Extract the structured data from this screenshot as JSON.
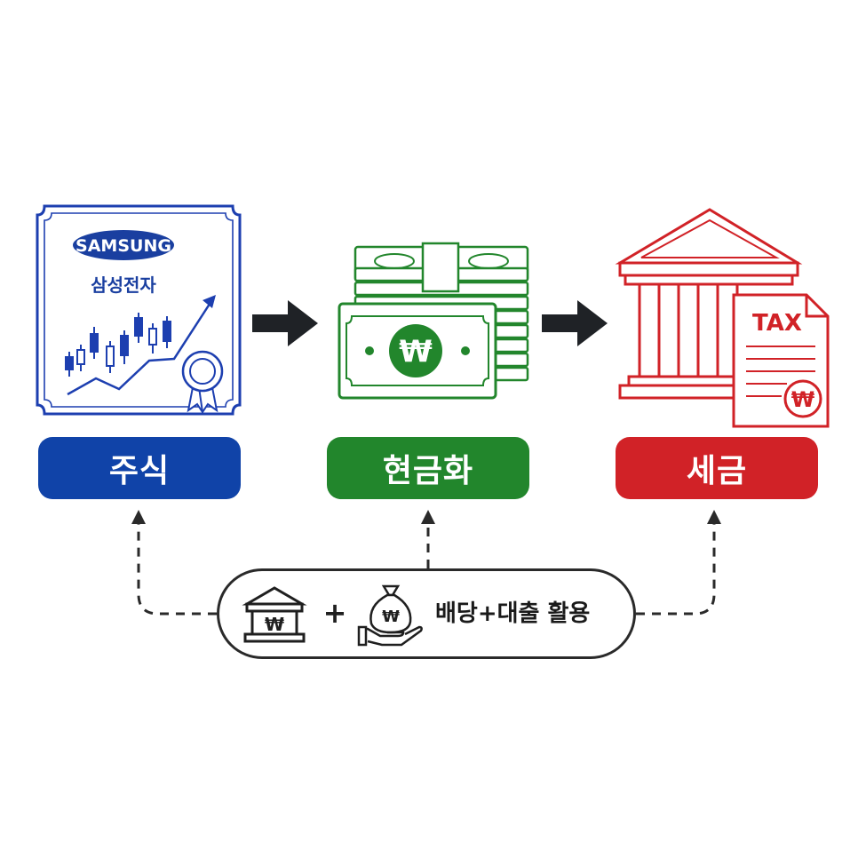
{
  "stock": {
    "brand": "SAMSUNG",
    "company": "삼성전자",
    "label": "주식"
  },
  "cash": {
    "symbol": "₩",
    "label": "현금화"
  },
  "tax": {
    "doc_title": "TAX",
    "symbol": "₩",
    "label": "세금"
  },
  "bottom": {
    "bank_symbol": "₩",
    "plus": "+",
    "bag_symbol": "₩",
    "text": "배당+대출 활용"
  },
  "colors": {
    "stock_blue": "#1043a8",
    "cash_green": "#22862c",
    "tax_red": "#d12227",
    "arrow_dark": "#1f2226"
  }
}
